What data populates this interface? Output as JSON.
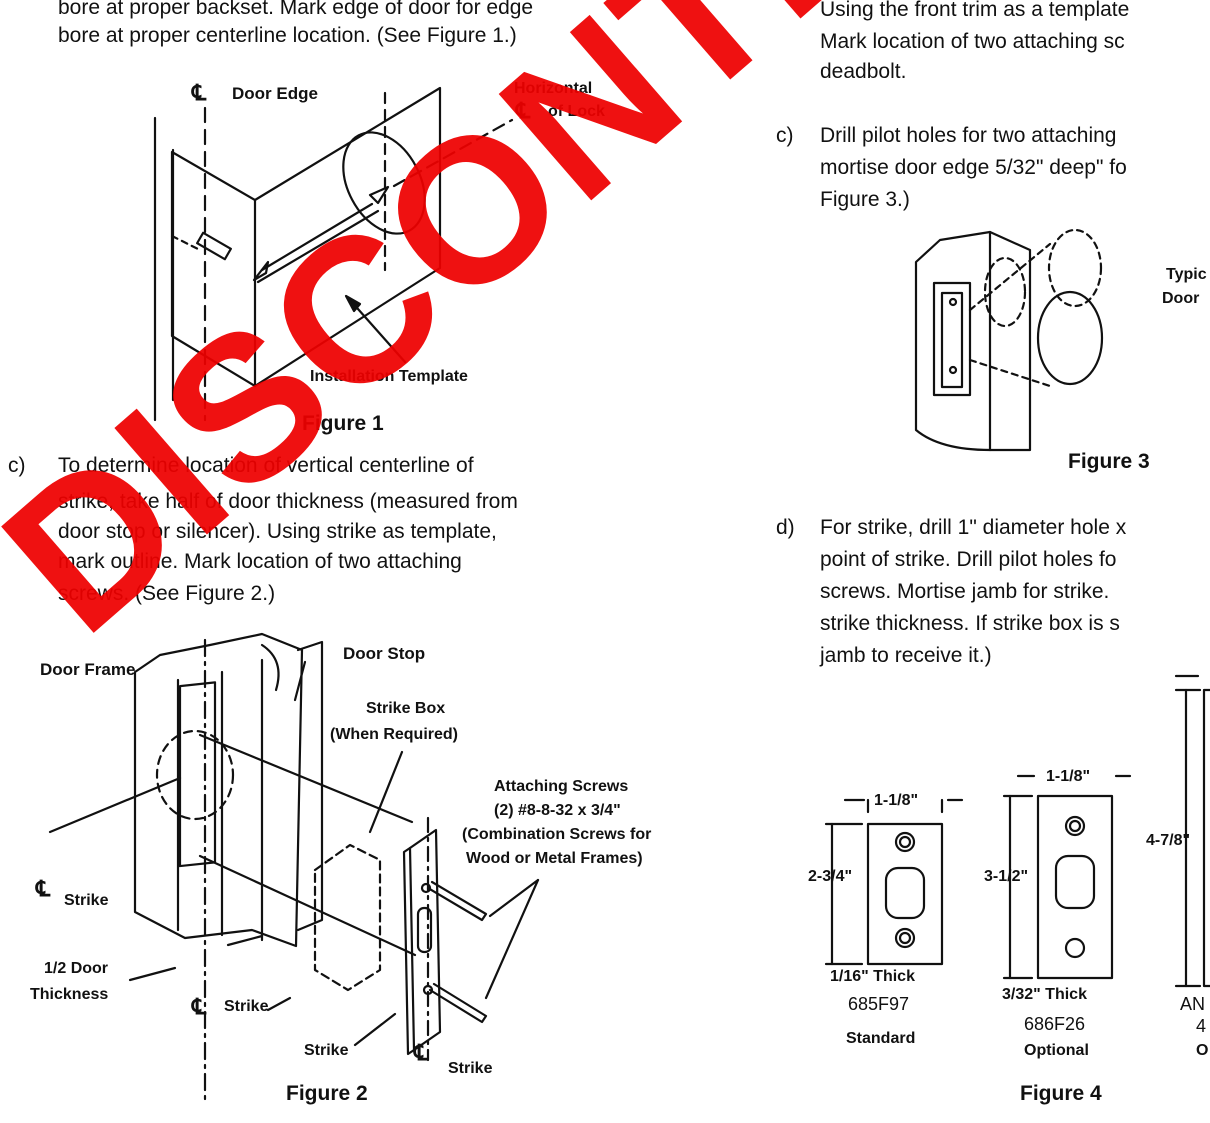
{
  "left_column": {
    "intro_line1": "bore at proper backset.  Mark edge of door for edge",
    "intro_line2": "bore at proper centerline location. (See Figure 1.)",
    "step_c_letter": "c)",
    "step_c_lines": [
      "To determine location of vertical centerline of",
      "strike, take half of door thickness (measured from",
      "door stop or silencer).  Using strike as template,",
      "mark outline.  Mark location of two attaching",
      "screws.  (See Figure 2.)"
    ]
  },
  "right_column": {
    "top_line1": "Using the front trim as a template",
    "top_line2": "Mark location of two attaching sc",
    "top_line3": "deadbolt.",
    "step_c_letter": "c)",
    "step_c_lines": [
      "Drill pilot holes for two attaching",
      "mortise door edge 5/32\" deep\" fo",
      "Figure 3.)"
    ],
    "step_d_letter": "d)",
    "step_d_lines": [
      "For strike, drill 1\" diameter hole x",
      "point of strike.  Drill pilot holes fo",
      "screws.  Mortise jamb for strike.",
      "strike thickness.  If strike box is s",
      "jamb to receive it.)"
    ]
  },
  "figure1": {
    "caption": "Figure 1",
    "label_cl": "℄",
    "label_door_edge": "Door Edge",
    "label_horizontal": "Horizontal",
    "label_of_lock": "of Lock",
    "label_template": "Installation Template"
  },
  "figure2": {
    "caption": "Figure 2",
    "door_frame": "Door Frame",
    "door_stop": "Door Stop",
    "strike_box_1": "Strike Box",
    "strike_box_2": "(When Required)",
    "screws_1": "Attaching Screws",
    "screws_2": "(2) #8-8-32 x 3/4\"",
    "screws_3": "(Combination Screws for",
    "screws_4": "Wood or Metal Frames)",
    "cl_strike": "Strike",
    "half_door_1": "1/2 Door",
    "half_door_2": "Thickness",
    "strike_mid": "Strike",
    "strike_bottom": "Strike",
    "cl_strike_right": "Strike"
  },
  "figure3": {
    "caption": "Figure 3",
    "typical_1": "Typic",
    "typical_2": "Door"
  },
  "figure4": {
    "caption": "Figure 4",
    "s1_width": "1-1/8\"",
    "s1_height": "2-3/4\"",
    "s1_thick": "1/16\" Thick",
    "s1_part": "685F97",
    "s1_type": "Standard",
    "s2_width": "1-1/8\"",
    "s2_height": "3-1/2\"",
    "s2_thick": "3/32\" Thick",
    "s2_part": "686F26",
    "s2_type": "Optional",
    "s3_height": "4-7/8\"",
    "s3_part_a": "AN",
    "s3_part_b": "4",
    "s3_type": "O"
  },
  "watermark": "DISCONTINUED"
}
